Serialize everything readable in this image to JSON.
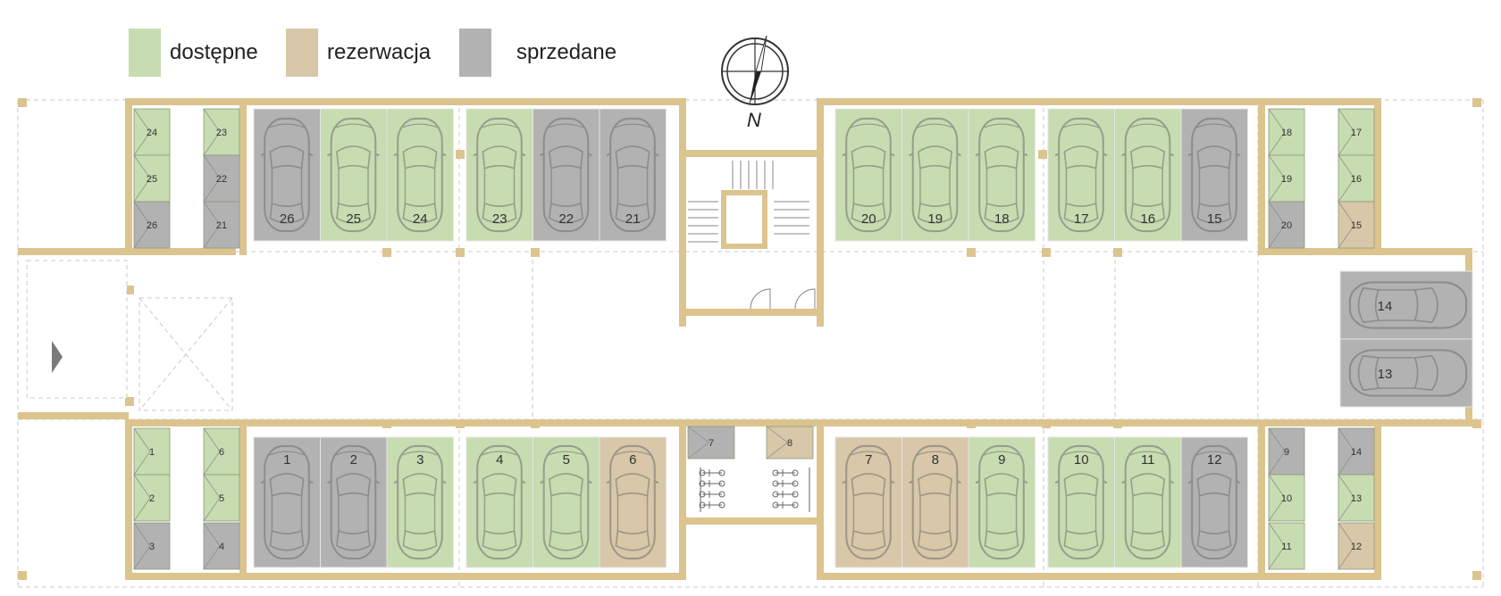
{
  "colors": {
    "available": "#c7dcb0",
    "reserved": "#d8c7a8",
    "sold": "#b2b2b2",
    "wall": "#dcc48f"
  },
  "legend": [
    {
      "label": "dostępne",
      "status": "available"
    },
    {
      "label": "rezerwacja",
      "status": "reserved"
    },
    {
      "label": "sprzedane",
      "status": "sold"
    }
  ],
  "compass": {
    "label": "N",
    "icon": "compass-icon"
  },
  "parking_spaces": [
    {
      "number": "26",
      "status": "sold"
    },
    {
      "number": "25",
      "status": "available"
    },
    {
      "number": "24",
      "status": "available"
    },
    {
      "number": "23",
      "status": "available"
    },
    {
      "number": "22",
      "status": "sold"
    },
    {
      "number": "21",
      "status": "sold"
    },
    {
      "number": "20",
      "status": "available"
    },
    {
      "number": "19",
      "status": "available"
    },
    {
      "number": "18",
      "status": "available"
    },
    {
      "number": "17",
      "status": "available"
    },
    {
      "number": "16",
      "status": "available"
    },
    {
      "number": "15",
      "status": "sold"
    },
    {
      "number": "14",
      "status": "sold"
    },
    {
      "number": "13",
      "status": "sold"
    },
    {
      "number": "1",
      "status": "sold"
    },
    {
      "number": "2",
      "status": "sold"
    },
    {
      "number": "3",
      "status": "available"
    },
    {
      "number": "4",
      "status": "available"
    },
    {
      "number": "5",
      "status": "available"
    },
    {
      "number": "6",
      "status": "reserved"
    },
    {
      "number": "7",
      "status": "reserved"
    },
    {
      "number": "8",
      "status": "reserved"
    },
    {
      "number": "9",
      "status": "available"
    },
    {
      "number": "10",
      "status": "available"
    },
    {
      "number": "11",
      "status": "available"
    },
    {
      "number": "12",
      "status": "sold"
    }
  ],
  "storage_units": [
    {
      "number": "24",
      "status": "available"
    },
    {
      "number": "25",
      "status": "available"
    },
    {
      "number": "26",
      "status": "sold"
    },
    {
      "number": "23",
      "status": "available"
    },
    {
      "number": "22",
      "status": "sold"
    },
    {
      "number": "21",
      "status": "sold"
    },
    {
      "number": "18",
      "status": "available"
    },
    {
      "number": "19",
      "status": "available"
    },
    {
      "number": "20",
      "status": "sold"
    },
    {
      "number": "17",
      "status": "available"
    },
    {
      "number": "16",
      "status": "available"
    },
    {
      "number": "15",
      "status": "reserved"
    },
    {
      "number": "1",
      "status": "available"
    },
    {
      "number": "2",
      "status": "available"
    },
    {
      "number": "3",
      "status": "sold"
    },
    {
      "number": "6",
      "status": "available"
    },
    {
      "number": "5",
      "status": "available"
    },
    {
      "number": "4",
      "status": "sold"
    },
    {
      "number": "7",
      "status": "sold"
    },
    {
      "number": "8",
      "status": "reserved"
    },
    {
      "number": "9",
      "status": "sold"
    },
    {
      "number": "10",
      "status": "available"
    },
    {
      "number": "11",
      "status": "available"
    },
    {
      "number": "14",
      "status": "sold"
    },
    {
      "number": "13",
      "status": "available"
    },
    {
      "number": "12",
      "status": "reserved"
    }
  ]
}
